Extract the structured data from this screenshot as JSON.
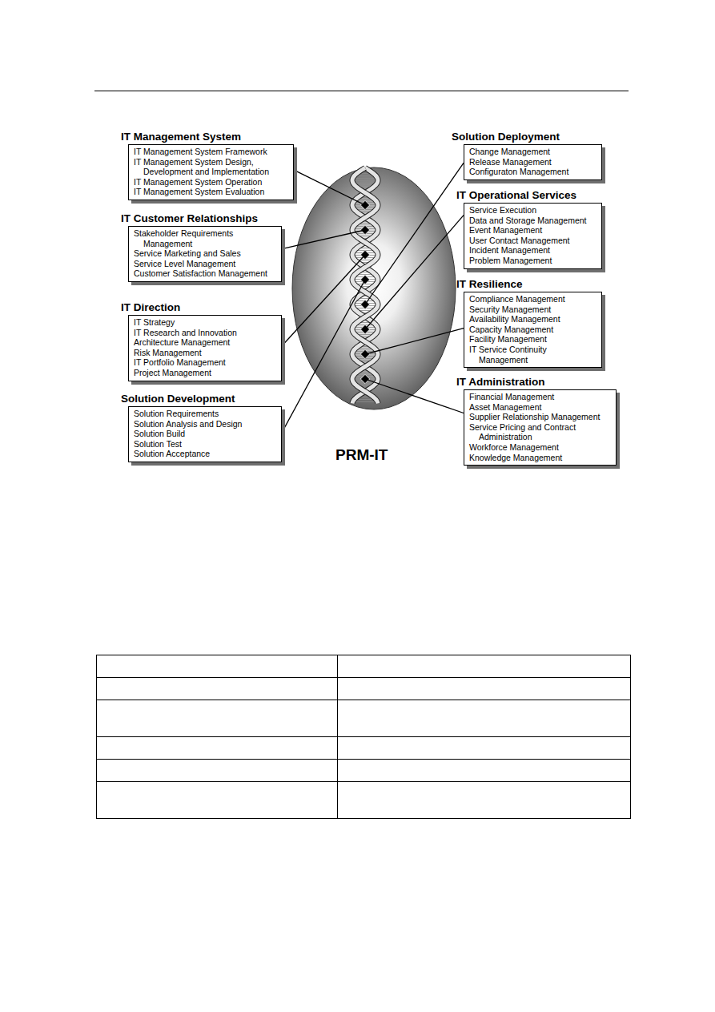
{
  "diagram": {
    "nodes": [
      {
        "text": [
          "IT Management System",
          "IT Management System Framework",
          "IT Management System Design, Development and Implementation",
          "IT Management System Operation",
          "IT Management System Evaluation"
        ]
      },
      {
        "text": [
          "IT Customer Relationships",
          "Stakeholder Requirements Management",
          "Service Marketing and Sales",
          "Service Level Management",
          "Customer Satisfaction Management"
        ]
      },
      {
        "text": [
          "IT Direction",
          "IT Strategy",
          "IT Research and Innovation",
          "Architecture Management",
          "Risk Management",
          "IT Portfolio Management",
          "Project Management"
        ]
      },
      {
        "text": [
          "Solution Development",
          "Solution Requirements",
          "Solution Analysis and Design",
          "Solution Build",
          "Solution Test",
          "Solution Acceptance"
        ]
      },
      {
        "text": [
          "Solution Deployment",
          "Change Management",
          "Release Management",
          "Configuraton Management"
        ]
      },
      {
        "text": [
          "IT Operational Services",
          "Service Execution",
          "Data and Storage Management",
          "Event Management",
          "User Contact Management",
          "Incident Management",
          "Problem Management"
        ]
      },
      {
        "text": [
          "IT Resilience",
          "Compliance Management",
          "Security Management",
          "Availability Management",
          "Capacity Management",
          "Facility Management",
          "IT Service Continuity Management"
        ]
      },
      {
        "text": [
          "IT Administration",
          "Financial Management",
          "Asset Management",
          "Supplier Relationship Management",
          "Service Pricing and Contract Administration",
          "Workforce Management",
          "Knowledge Management"
        ]
      }
    ],
    "labels": [
      "PRM-IT"
    ]
  }
}
